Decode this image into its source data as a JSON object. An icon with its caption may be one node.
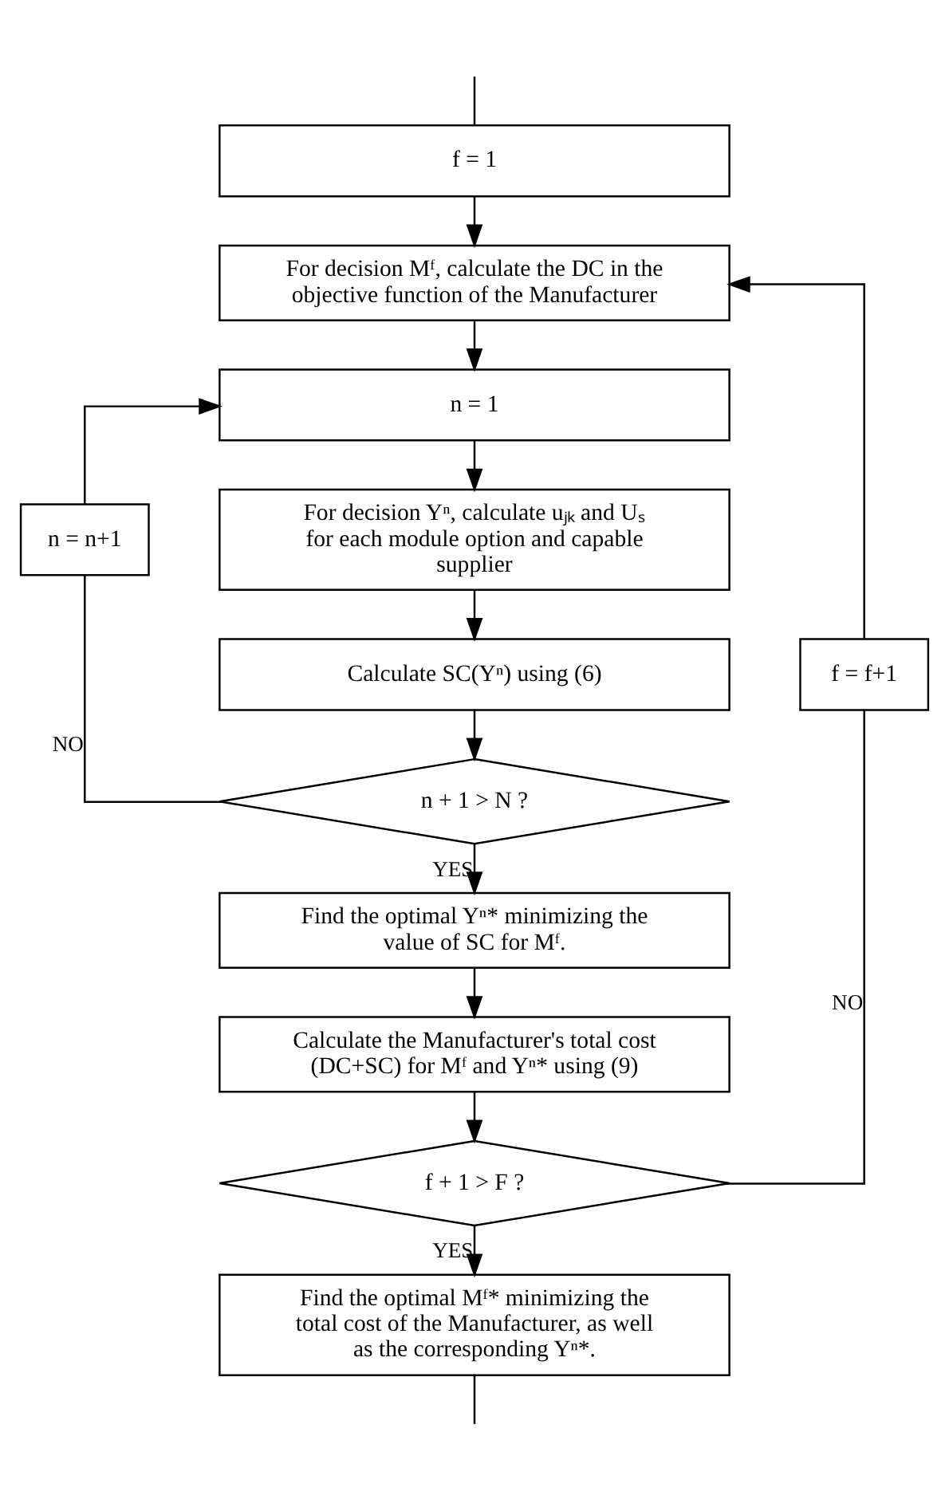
{
  "diagram": {
    "nodes": [
      {
        "text": [
          "f = 1"
        ]
      },
      {
        "text": [
          "For decision Mᶠ, calculate the DC in the objective function of the Manufacturer"
        ]
      },
      {
        "text": [
          "n = 1"
        ]
      },
      {
        "text": [
          "For decision Yⁿ, calculate uⱼₖ and Uₛ for each module option and capable supplier"
        ]
      },
      {
        "text": [
          "Calculate SC(Yⁿ) using (6)"
        ]
      },
      {
        "text": [
          "n + 1 > N ?"
        ]
      },
      {
        "text": [
          "Find the optimal Yⁿ* minimizing the value of SC for Mᶠ."
        ]
      },
      {
        "text": [
          "Calculate the Manufacturer's total cost (DC+SC) for Mᶠ and Yⁿ* using (9)"
        ]
      },
      {
        "text": [
          "f + 1 > F ?"
        ]
      },
      {
        "text": [
          "Find the optimal Mᶠ* minimizing the total cost of the Manufacturer, as well as the corresponding Yⁿ*."
        ]
      },
      {
        "text": [
          "n = n+1"
        ]
      },
      {
        "text": [
          "f = f+1"
        ]
      }
    ],
    "edges": [
      {
        "from": null,
        "to": 0,
        "arrow": "none"
      },
      {
        "from": 0,
        "to": 1,
        "arrow": "to"
      },
      {
        "from": 1,
        "to": 2,
        "arrow": "to"
      },
      {
        "from": 2,
        "to": 3,
        "arrow": "to"
      },
      {
        "from": 3,
        "to": 4,
        "arrow": "to"
      },
      {
        "from": 4,
        "to": 5,
        "arrow": "to"
      },
      {
        "from": 5,
        "to": 6,
        "arrow": "to",
        "label": "YES"
      },
      {
        "from": 5,
        "to": 10,
        "arrow": "none",
        "label": "NO"
      },
      {
        "from": 10,
        "to": 2,
        "arrow": "to"
      },
      {
        "from": 6,
        "to": 7,
        "arrow": "to"
      },
      {
        "from": 7,
        "to": 8,
        "arrow": "to"
      },
      {
        "from": 8,
        "to": 9,
        "arrow": "to",
        "label": "YES"
      },
      {
        "from": 8,
        "to": 11,
        "arrow": "none",
        "label": "NO"
      },
      {
        "from": 11,
        "to": 1,
        "arrow": "to"
      },
      {
        "from": 9,
        "to": null,
        "arrow": "none"
      }
    ]
  }
}
